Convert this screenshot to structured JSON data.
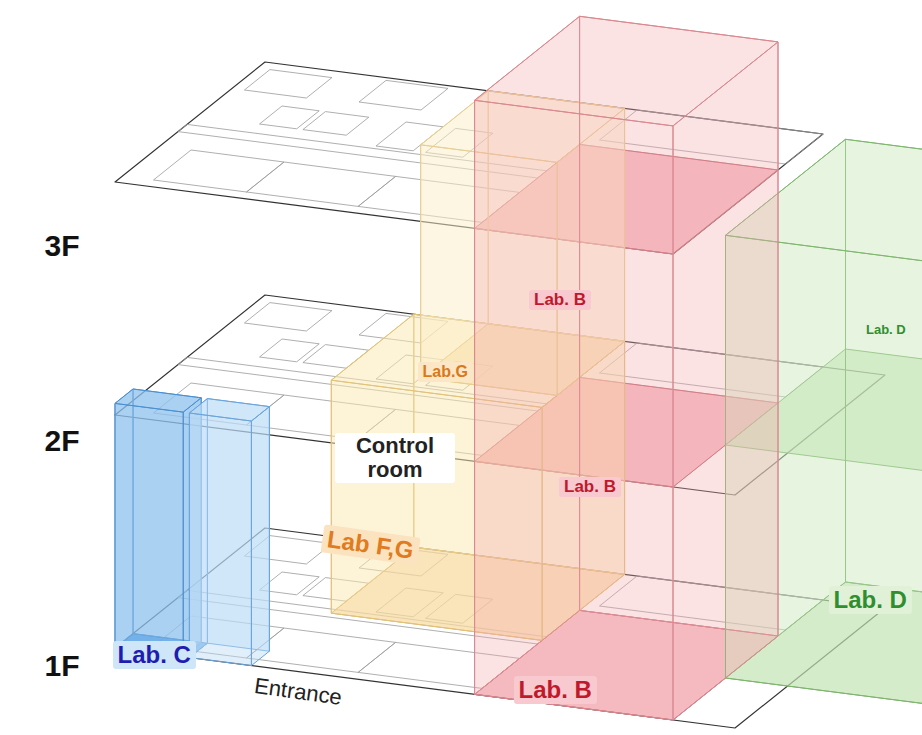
{
  "diagram": {
    "nodes": [
      {
        "text": [
          "Lab. B"
        ]
      },
      {
        "text": [
          "Lab. D"
        ]
      },
      {
        "text": [
          "Lab.G"
        ]
      },
      {
        "text": [
          "Control room"
        ]
      },
      {
        "text": [
          "Lab. B"
        ]
      },
      {
        "text": [
          "Lab F,G"
        ]
      },
      {
        "text": [
          "Lab. D"
        ]
      },
      {
        "text": [
          "Lab. C"
        ]
      },
      {
        "text": [
          "Lab. B"
        ]
      }
    ],
    "labels": [
      "3F",
      "2F",
      "1F",
      "Entrance"
    ]
  }
}
